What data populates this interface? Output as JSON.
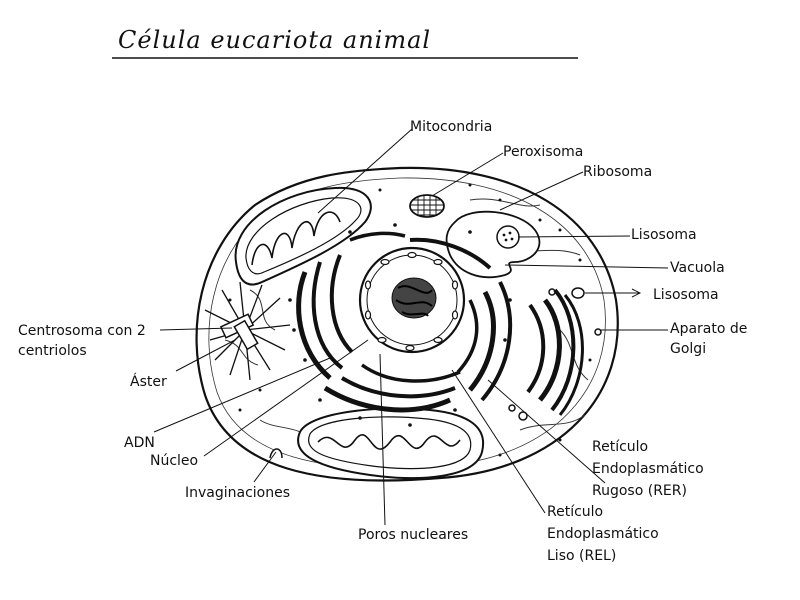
{
  "title": "Célula eucariota animal",
  "labels": {
    "mitocondria": "Mitocondria",
    "peroxisoma": "Peroxisoma",
    "ribosoma": "Ribosoma",
    "lisosoma_1": "Lisosoma",
    "vacuola": "Vacuola",
    "lisosoma_2": "Lisosoma",
    "golgi_1": "Aparato de",
    "golgi_2": "Golgi",
    "centrosoma_1": "Centrosoma con 2",
    "centrosoma_2": "centriolos",
    "aster": "Áster",
    "adn": "ADN",
    "nucleo": "Núcleo",
    "invaginaciones": "Invaginaciones",
    "poros": "Poros nucleares",
    "rer_1": "Retículo",
    "rer_2": "Endoplasmático",
    "rer_3": "Rugoso (RER)",
    "rel_1": "Retículo",
    "rel_2": "Endoplasmático",
    "rel_3": "Liso (REL)"
  }
}
